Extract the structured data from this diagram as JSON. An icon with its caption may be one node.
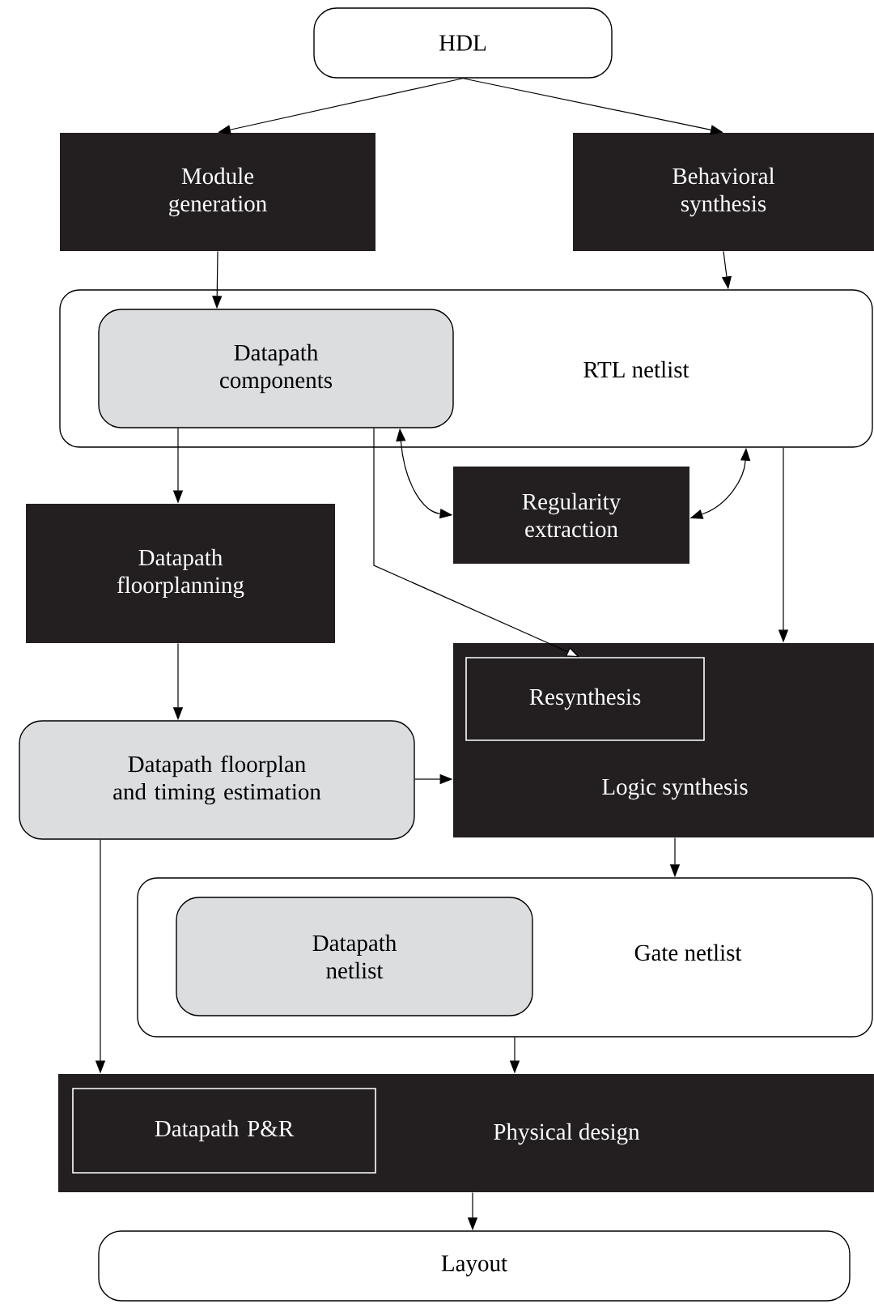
{
  "diagram": {
    "nodes": [
      {
        "text": [
          "HDL"
        ]
      },
      {
        "text": [
          "Module generation"
        ]
      },
      {
        "text": [
          "Behavioral synthesis"
        ]
      },
      {
        "text": [
          "RTL netlist"
        ]
      },
      {
        "text": [
          "Datapath components"
        ],
        "in": 3
      },
      {
        "text": [
          "Regularity extraction"
        ]
      },
      {
        "text": [
          "Datapath floorplanning"
        ]
      },
      {
        "text": [
          "Logic synthesis"
        ]
      },
      {
        "text": [
          "Resynthesis"
        ],
        "in": 7
      },
      {
        "text": [
          "Datapath floorplan and timing estimation"
        ]
      },
      {
        "text": [
          "Gate netlist"
        ]
      },
      {
        "text": [
          "Datapath netlist"
        ],
        "in": 10
      },
      {
        "text": [
          "Physical design"
        ]
      },
      {
        "text": [
          "Datapath P&R"
        ],
        "in": 12
      },
      {
        "text": [
          "Layout"
        ]
      }
    ],
    "edges": [
      {
        "from": 0,
        "to": 1,
        "arrow": "to"
      },
      {
        "from": 0,
        "to": 2,
        "arrow": "to"
      },
      {
        "from": 1,
        "to": 4,
        "arrow": "to"
      },
      {
        "from": 2,
        "to": 3,
        "arrow": "to"
      },
      {
        "from": 4,
        "to": 6,
        "arrow": "to"
      },
      {
        "from": 4,
        "to": 8,
        "arrow": "to"
      },
      {
        "from": 4,
        "to": 5,
        "arrow": "both"
      },
      {
        "from": 5,
        "to": 3,
        "arrow": "both"
      },
      {
        "from": 3,
        "to": 7,
        "arrow": "to"
      },
      {
        "from": 6,
        "to": 9,
        "arrow": "to"
      },
      {
        "from": 9,
        "to": 7,
        "arrow": "to"
      },
      {
        "from": 7,
        "to": 10,
        "arrow": "to"
      },
      {
        "from": 9,
        "to": 12,
        "arrow": "to"
      },
      {
        "from": 10,
        "to": 12,
        "arrow": "to"
      },
      {
        "from": 12,
        "to": 14,
        "arrow": "to"
      }
    ]
  }
}
